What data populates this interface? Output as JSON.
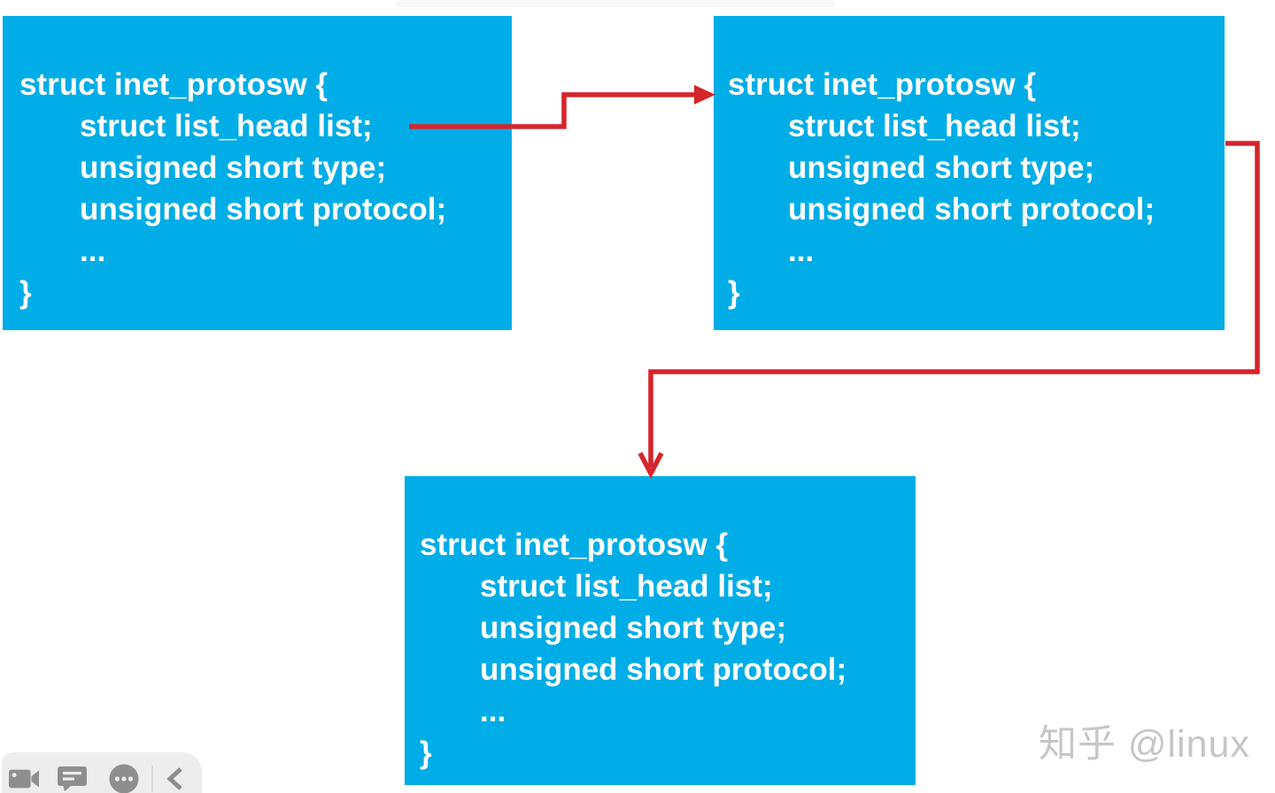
{
  "diagram": {
    "description": "Three identical C struct boxes linked by red arrows (singly linked list of inet_protosw)",
    "boxes": [
      {
        "name": "struct-box-1",
        "position": "top-left"
      },
      {
        "name": "struct-box-2",
        "position": "top-right"
      },
      {
        "name": "struct-box-3",
        "position": "bottom-center"
      }
    ],
    "struct_lines": [
      "struct inet_protosw {",
      "struct list_head list;",
      "unsigned short type;",
      "unsigned short protocol;",
      "...",
      "}"
    ],
    "connections": [
      {
        "from": "struct-box-1 list field",
        "to": "struct-box-2",
        "style": "red elbow arrow"
      },
      {
        "from": "struct-box-2 right side",
        "to": "struct-box-3 top",
        "style": "red elbow arrow"
      }
    ]
  },
  "watermark": {
    "text": "知乎 @linux"
  },
  "player_toolbar": {
    "icons": [
      {
        "name": "video-camera-icon"
      },
      {
        "name": "chat-bubble-icon"
      },
      {
        "name": "more-options-icon"
      },
      {
        "name": "back-chevron-icon"
      }
    ]
  },
  "colors": {
    "page_bg": "#FFFFFF",
    "box_fill": "#00ADE6",
    "box_text": "#FFFFFF",
    "arrow": "#D6242B",
    "watermark": "#C6C6C6",
    "toolbar_bg": "#EDEDED",
    "toolbar_icon": "#8E8E8E",
    "toolbar_divider": "#D9D9D9",
    "top_bar": "#F8F8F8"
  }
}
